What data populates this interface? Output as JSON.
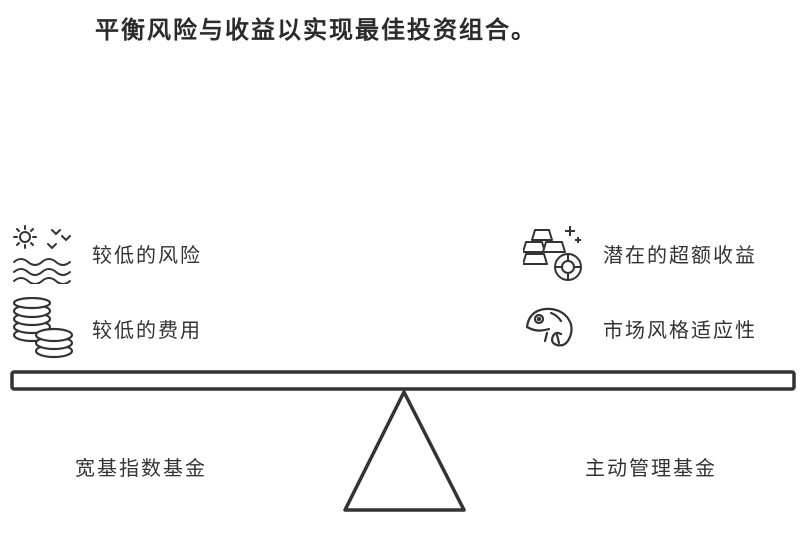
{
  "title": "平衡风险与收益以实现最佳投资组合。",
  "left": {
    "fund": "宽基指数基金",
    "items": [
      {
        "label": "较低的风险",
        "icon": "sun-waves-icon"
      },
      {
        "label": "较低的费用",
        "icon": "coin-stack-icon"
      }
    ]
  },
  "right": {
    "fund": "主动管理基金",
    "items": [
      {
        "label": "潜在的超额收益",
        "icon": "gold-bars-icon"
      },
      {
        "label": "市场风格适应性",
        "icon": "chameleon-icon"
      }
    ]
  }
}
